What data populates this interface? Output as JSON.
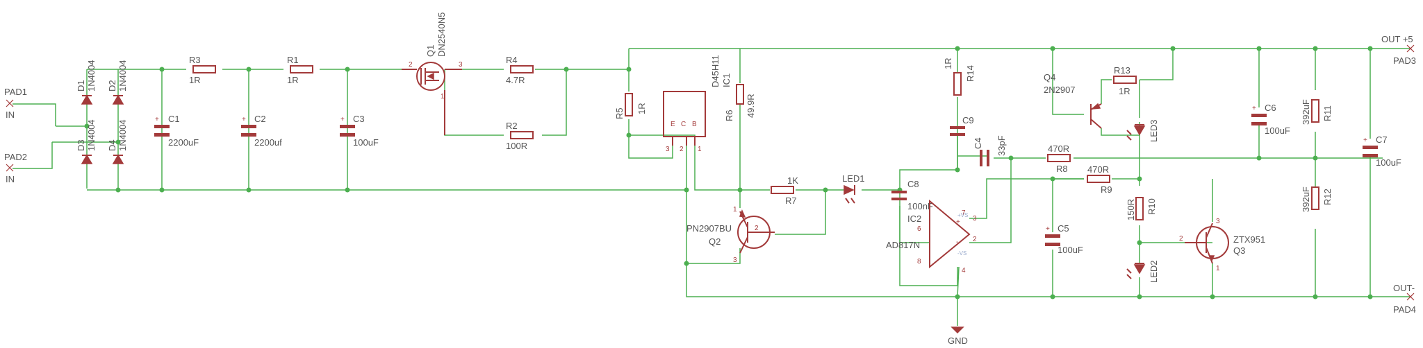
{
  "pads": {
    "pad1": {
      "name": "PAD1",
      "signal": "IN"
    },
    "pad2": {
      "name": "PAD2",
      "signal": "IN"
    },
    "pad3": {
      "name": "PAD3",
      "signal": "OUT +5"
    },
    "pad4": {
      "name": "PAD4",
      "signal": "OUT-"
    }
  },
  "diodes": {
    "d1": {
      "name": "D1",
      "value": "1N4004"
    },
    "d2": {
      "name": "D2",
      "value": "1N4004"
    },
    "d3": {
      "name": "D3",
      "value": "1N4004"
    },
    "d4": {
      "name": "D4",
      "value": "1N4004"
    }
  },
  "resistors": {
    "r1": {
      "name": "R1",
      "value": "1R"
    },
    "r2": {
      "name": "R2",
      "value": "100R"
    },
    "r3": {
      "name": "R3",
      "value": "1R"
    },
    "r4": {
      "name": "R4",
      "value": "4.7R"
    },
    "r5": {
      "name": "R5",
      "value": "1R"
    },
    "r6": {
      "name": "R6",
      "value": "49.9R"
    },
    "r7": {
      "name": "R7",
      "value": "1K"
    },
    "r8": {
      "name": "R8",
      "value": "470R"
    },
    "r9": {
      "name": "R9",
      "value": "470R"
    },
    "r10": {
      "name": "R10",
      "value": "150R"
    },
    "r11": {
      "name": "R11",
      "value": "392uF"
    },
    "r12": {
      "name": "R12",
      "value": "392uF"
    },
    "r13": {
      "name": "R13",
      "value": "1R"
    },
    "r14": {
      "name": "R14",
      "value": "1R"
    }
  },
  "capacitors": {
    "c1": {
      "name": "C1",
      "value": "2200uF"
    },
    "c2": {
      "name": "C2",
      "value": "2200uf"
    },
    "c3": {
      "name": "C3",
      "value": "100uF"
    },
    "c4": {
      "name": "C4",
      "value": "33pF"
    },
    "c5": {
      "name": "C5",
      "value": "100uF"
    },
    "c6": {
      "name": "C6",
      "value": "100uF"
    },
    "c7": {
      "name": "C7",
      "value": "100uF"
    },
    "c8": {
      "name": "C8",
      "value": "100nF"
    },
    "c9": {
      "name": "C9"
    }
  },
  "transistors": {
    "q1": {
      "name": "Q1",
      "value": "DN2540N5"
    },
    "q2": {
      "name": "Q2",
      "value": "PN2907BU"
    },
    "q3": {
      "name": "Q3",
      "value": "ZTX951"
    },
    "q4": {
      "name": "Q4",
      "value": "2N2907"
    }
  },
  "ics": {
    "ic1": {
      "name": "IC1",
      "value": "D45H11",
      "pins": [
        "E",
        "C",
        "B"
      ]
    },
    "ic2": {
      "name": "IC2",
      "value": "AD817N"
    }
  },
  "leds": {
    "led1": {
      "name": "LED1"
    },
    "led2": {
      "name": "LED2"
    },
    "led3": {
      "name": "LED3"
    }
  },
  "ground": {
    "label": "GND"
  },
  "colors": {
    "wire": "#4caf50",
    "part": "#a33a3a",
    "label": "#555555"
  }
}
